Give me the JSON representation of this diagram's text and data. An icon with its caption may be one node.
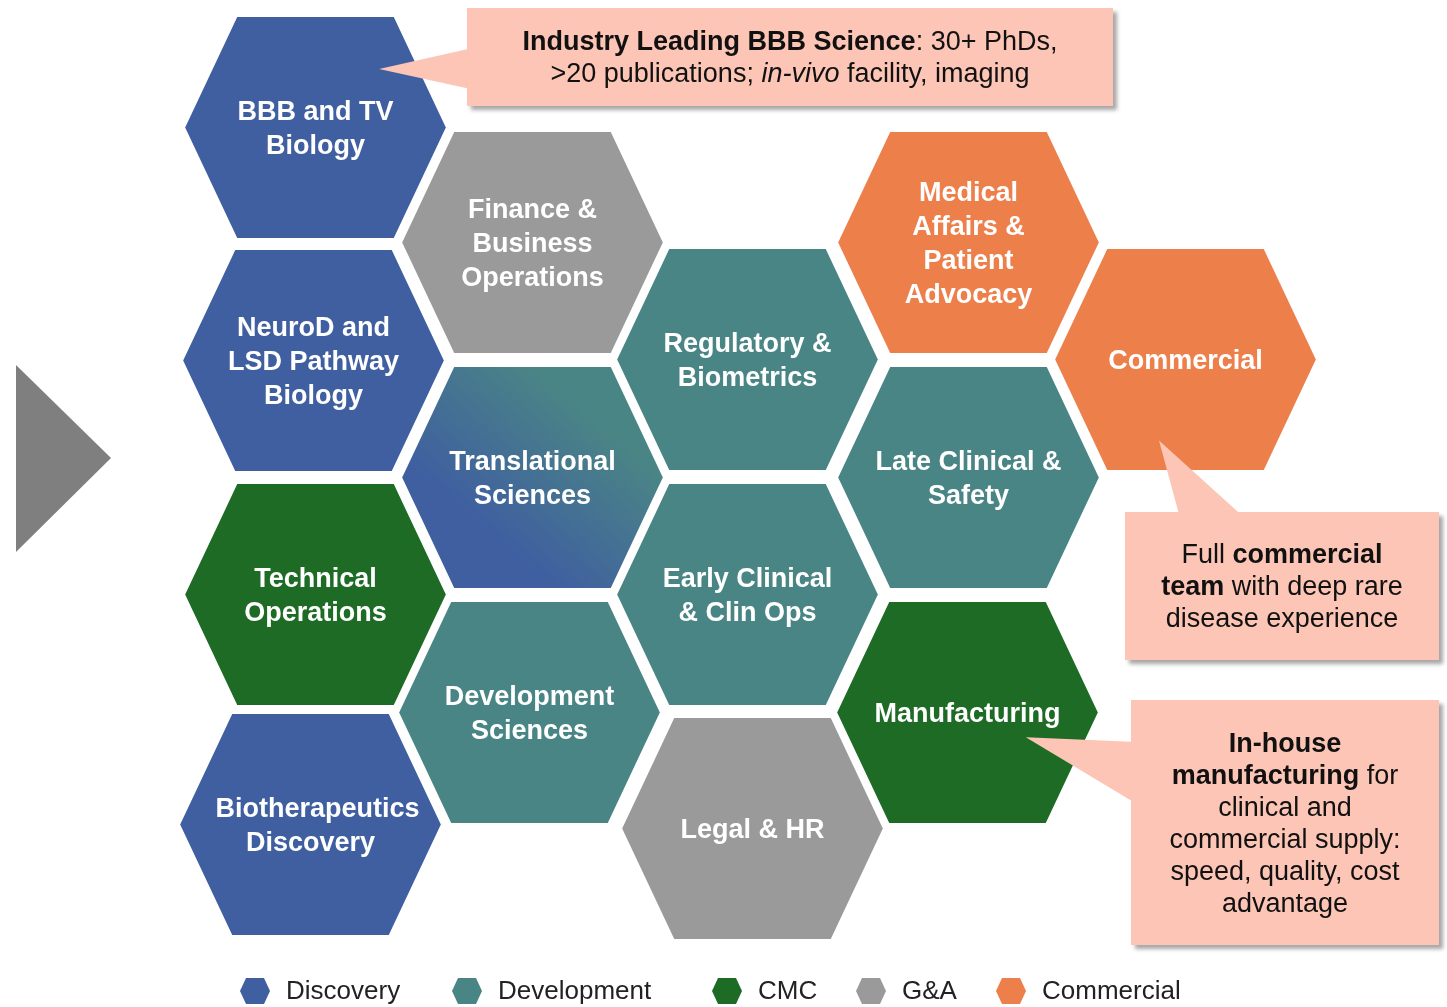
{
  "diagram": {
    "nodes": [
      {
        "text": [
          "BBB and TV Biology"
        ]
      },
      {
        "text": [
          "**Industry Leading BBB Science**: 30+ PhDs, >20 publications; *in-vivo* facility, imaging"
        ]
      },
      {
        "text": [
          "Finance & Business Operations"
        ]
      },
      {
        "text": [
          "Medical Affairs & Patient Advocacy"
        ]
      },
      {
        "text": [
          "NeuroD and LSD Pathway Biology"
        ]
      },
      {
        "text": [
          "Regulatory & Biometrics"
        ]
      },
      {
        "text": [
          "Commercial"
        ]
      },
      {
        "text": [
          "Translational Sciences"
        ]
      },
      {
        "text": [
          "Late Clinical & Safety"
        ]
      },
      {
        "text": [
          "Technical Operations"
        ]
      },
      {
        "text": [
          "Early Clinical & Clin Ops"
        ]
      },
      {
        "text": [
          "Full **commercial team** with deep rare disease experience"
        ]
      },
      {
        "text": [
          "Development Sciences"
        ]
      },
      {
        "text": [
          "Manufacturing"
        ]
      },
      {
        "text": [
          "**In-house manufacturing** for clinical and commercial supply: speed, quality, cost advantage"
        ]
      },
      {
        "text": [
          "Biotherapeutics Discovery"
        ]
      },
      {
        "text": [
          "Legal & HR"
        ]
      }
    ],
    "edges": [
      {
        "from": 1,
        "to": 0,
        "arrow": "to"
      },
      {
        "from": 11,
        "to": 6,
        "arrow": "to"
      },
      {
        "from": 14,
        "to": 13,
        "arrow": "to"
      }
    ],
    "legend": [
      {
        "text": "Discovery",
        "color": "#3f5fa0"
      },
      {
        "text": "Development",
        "color": "#4a8585"
      },
      {
        "text": "CMC",
        "color": "#1e6b26"
      },
      {
        "text": "G&A",
        "color": "#9a9a9a"
      },
      {
        "text": "Commercial",
        "color": "#ed7f4b"
      }
    ]
  }
}
